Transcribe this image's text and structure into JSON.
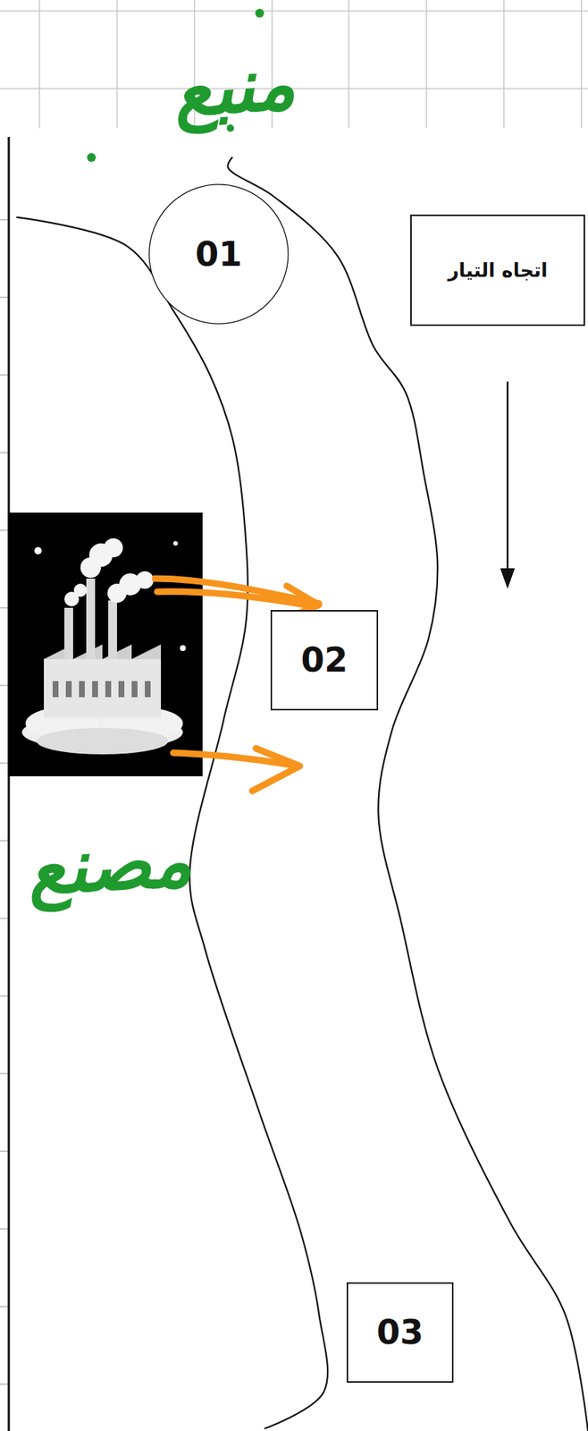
{
  "diagram": {
    "nodes": [
      {
        "text": [
          "01"
        ]
      },
      {
        "text": [
          "اتجاه التيار"
        ]
      },
      {
        "text": [
          "02"
        ]
      },
      {
        "text": [
          "03"
        ]
      }
    ],
    "labels": [
      "منبع",
      "مصنع"
    ]
  }
}
